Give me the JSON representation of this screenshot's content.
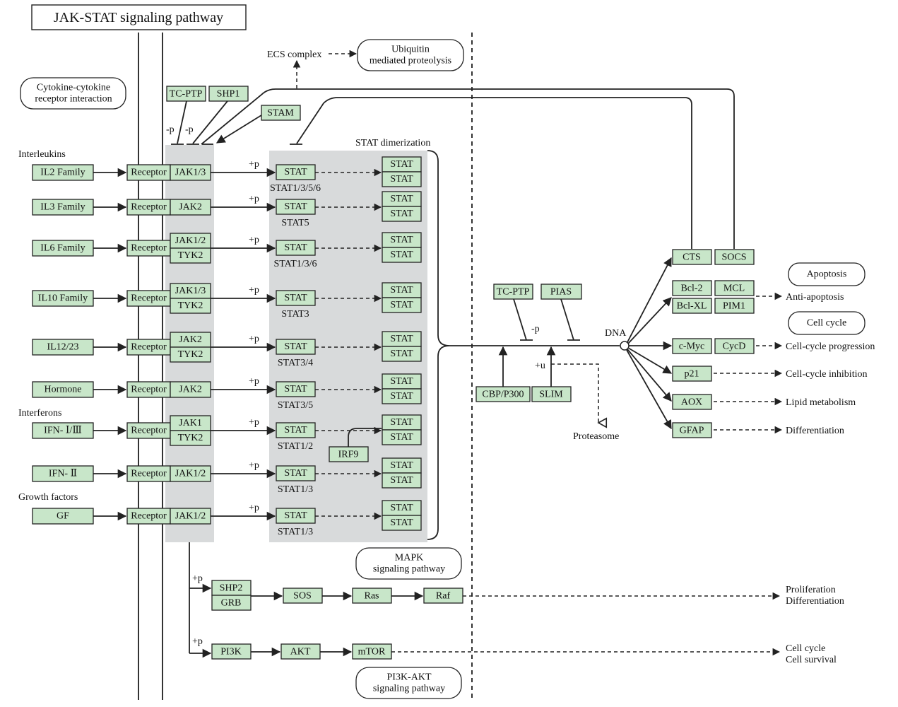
{
  "title": "JAK-STAT signaling pathway",
  "section_labels": {
    "interleukins": "Interleukins",
    "interferons": "Interferons",
    "growth_factors": "Growth factors",
    "stat_dimerization": "STAT dimerization",
    "dna": "DNA"
  },
  "refs": {
    "cytokine": [
      "Cytokine-cytokine",
      "receptor interaction"
    ],
    "ubiquitin": [
      "Ubiquitin",
      "mediated proteolysis"
    ],
    "mapk": [
      "MAPK",
      "signaling pathway"
    ],
    "pi3k": [
      "PI3K-AKT",
      "signaling pathway"
    ],
    "apoptosis": "Apoptosis",
    "cellcycle": "Cell cycle"
  },
  "ecs_complex": "ECS complex",
  "receptor_label": "Receptor",
  "stat_label": "STAT",
  "edge_labels": {
    "p_plus": "+p",
    "p_minus": "-p",
    "u_plus": "+u"
  },
  "rows": [
    {
      "ligand": "IL2 Family",
      "jak": [
        "JAK1/3"
      ],
      "stat_sub": "STAT1/3/5/6"
    },
    {
      "ligand": "IL3 Family",
      "jak": [
        "JAK2"
      ],
      "stat_sub": "STAT5"
    },
    {
      "ligand": "IL6 Family",
      "jak": [
        "JAK1/2",
        "TYK2"
      ],
      "stat_sub": "STAT1/3/6"
    },
    {
      "ligand": "IL10 Family",
      "jak": [
        "JAK1/3",
        "TYK2"
      ],
      "stat_sub": "STAT3"
    },
    {
      "ligand": "IL12/23",
      "jak": [
        "JAK2",
        "TYK2"
      ],
      "stat_sub": "STAT3/4"
    },
    {
      "ligand": "Hormone",
      "jak": [
        "JAK2"
      ],
      "stat_sub": "STAT3/5"
    },
    {
      "ligand": "IFN- Ⅰ/Ⅲ",
      "jak": [
        "JAK1",
        "TYK2"
      ],
      "stat_sub": "STAT1/2"
    },
    {
      "ligand": "IFN- Ⅱ",
      "jak": [
        "JAK1/2"
      ],
      "stat_sub": "STAT1/3"
    },
    {
      "ligand": "GF",
      "jak": [
        "JAK1/2"
      ],
      "stat_sub": "STAT1/3"
    }
  ],
  "irf9": "IRF9",
  "inhibitors_top": [
    "TC-PTP",
    "SHP1",
    "STAM"
  ],
  "nuclear": {
    "inhibitors": [
      "TC-PTP",
      "PIAS"
    ],
    "coactivators": [
      "CBP/P300",
      "SLIM"
    ],
    "proteasome": "Proteasome"
  },
  "targets": {
    "cts": "CTS",
    "socs": "SOCS",
    "bcl2": "Bcl-2",
    "mcl": "MCL",
    "bclxl": "Bcl-XL",
    "pim1": "PIM1",
    "cmyc": "c-Myc",
    "cycd": "CycD",
    "p21": "p21",
    "aox": "AOX",
    "gfap": "GFAP"
  },
  "outcomes": {
    "anti_apoptosis": "Anti-apoptosis",
    "cc_progression": "Cell-cycle progression",
    "cc_inhibition": "Cell-cycle inhibition",
    "lipid": "Lipid metabolism",
    "differentiation": "Differentiation",
    "prolif": [
      "Proliferation",
      "Differentiation"
    ],
    "survival": [
      "Cell cycle",
      "Cell survival"
    ]
  },
  "mapk_chain": [
    "SHP2",
    "GRB",
    "SOS",
    "Ras",
    "Raf"
  ],
  "pi3k_chain": [
    "PI3K",
    "AKT",
    "mTOR"
  ]
}
